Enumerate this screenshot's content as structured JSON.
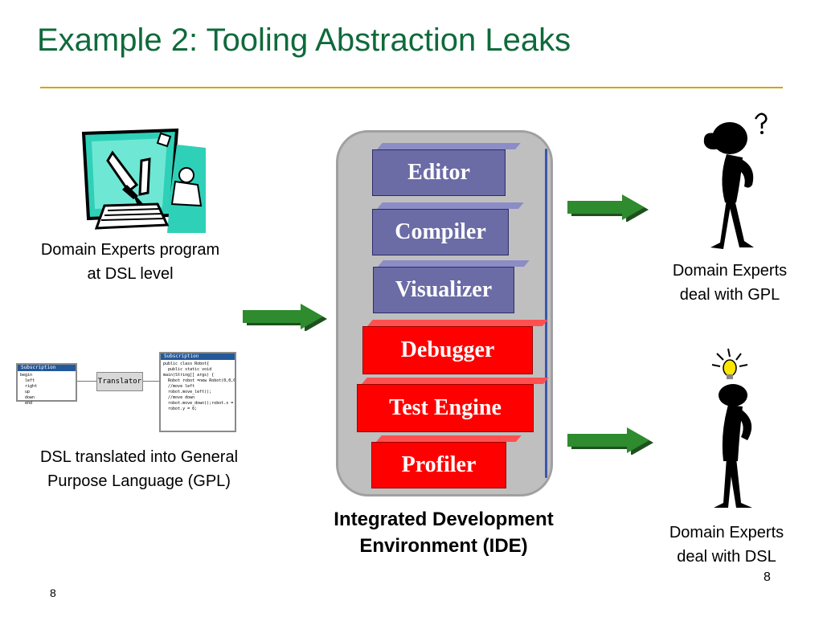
{
  "slide": {
    "title": "Example 2: Tooling Abstraction Leaks",
    "page_number_left": "8",
    "page_number_right": "8"
  },
  "left": {
    "caption_top": [
      "Domain Experts program",
      "at DSL level"
    ],
    "caption_bottom": [
      "DSL translated into General",
      "Purpose Language (GPL)"
    ],
    "translator_label": "Translator",
    "dsl_window_title": "Subscription",
    "dsl_code": "begin\n  left\n  right\n  up\n  down\n  end",
    "gpl_window_title": "Subscription",
    "gpl_code": "public class Robot{\n  public static void\nmain(String[] args) {\n  Robot robot =new Robot(0,0,0);\n  //move left\n  robot.move_left();\n  //move down\n  robot.move_down();robot.x = 5;\n  robot.y = 6;"
  },
  "ide": {
    "tools": [
      "Editor",
      "Compiler",
      "Visualizer",
      "Debugger",
      "Test Engine",
      "Profiler"
    ],
    "caption": [
      "Integrated Development",
      "Environment (IDE)"
    ]
  },
  "right": {
    "caption_top": [
      "Domain Experts",
      "deal with GPL"
    ],
    "caption_bottom": [
      "Domain Experts",
      "deal with DSL"
    ]
  },
  "colors": {
    "title_green": "#0f6a3b",
    "rule_gold": "#d4a30d",
    "arrow_green": "#2e8b2e",
    "block_purple": "#6b6ba6",
    "block_red": "#ff0000"
  }
}
